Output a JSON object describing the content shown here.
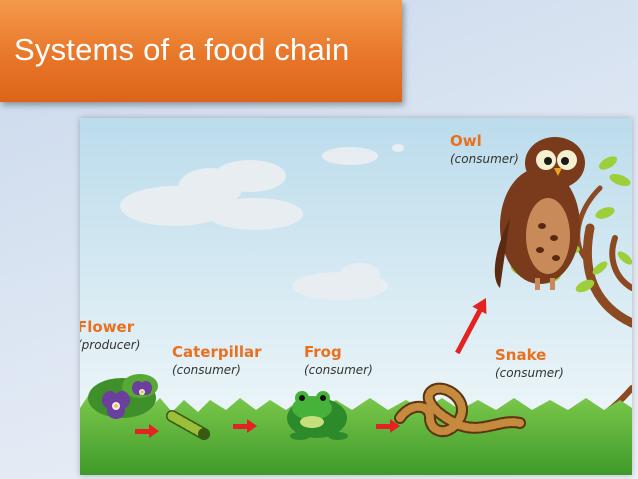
{
  "slide": {
    "title": "Systems of a food chain"
  },
  "organisms": [
    {
      "name": "Flower",
      "role": "(producer)"
    },
    {
      "name": "Caterpillar",
      "role": "(consumer)"
    },
    {
      "name": "Frog",
      "role": "(consumer)"
    },
    {
      "name": "Snake",
      "role": "(consumer)"
    },
    {
      "name": "Owl",
      "role": "(consumer)"
    }
  ],
  "colors": {
    "title_bg": "#e8772a",
    "label_name": "#e8701e",
    "arrow": "#e32222",
    "grass": "#5fb83a"
  }
}
